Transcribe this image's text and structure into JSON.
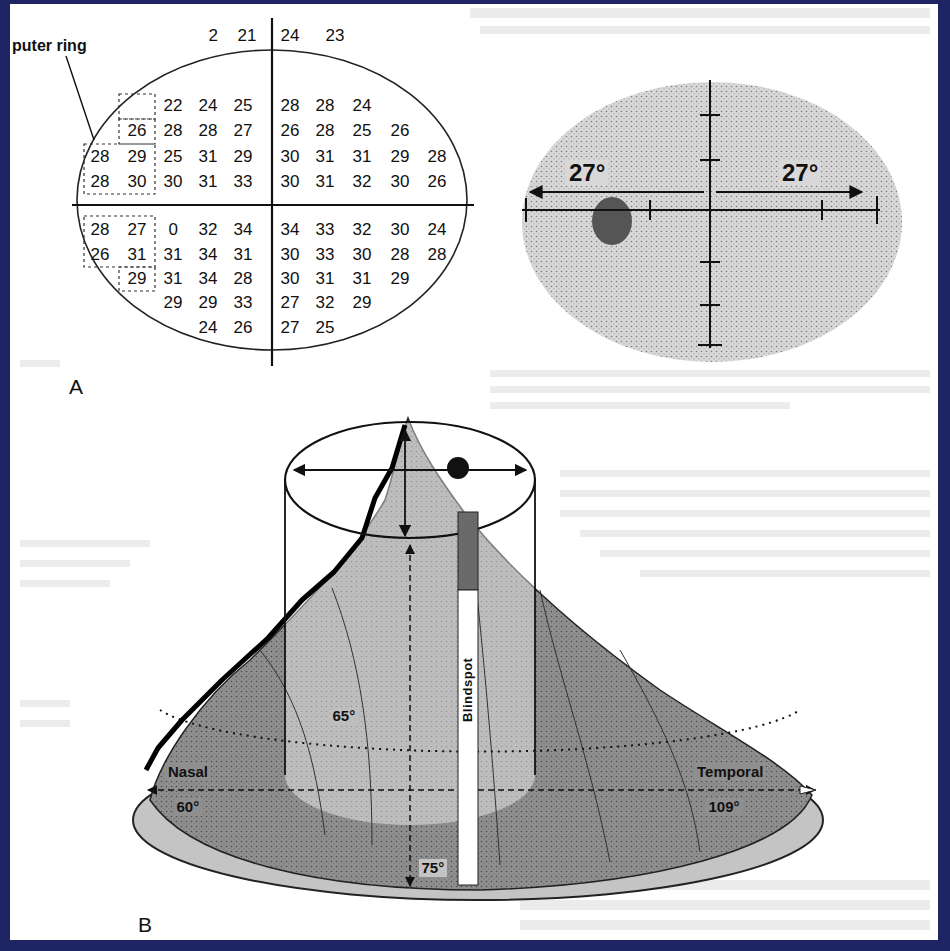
{
  "diagram": {
    "labels": [
      "puter ring",
      "2",
      "21",
      "24",
      "23",
      "22",
      "24",
      "25",
      "28",
      "28",
      "24",
      "26",
      "28",
      "28",
      "27",
      "26",
      "28",
      "25",
      "26",
      "28",
      "29",
      "25",
      "31",
      "29",
      "30",
      "31",
      "31",
      "29",
      "28",
      "28",
      "30",
      "30",
      "31",
      "33",
      "30",
      "31",
      "32",
      "30",
      "26",
      "28",
      "27",
      "0",
      "32",
      "34",
      "34",
      "33",
      "32",
      "30",
      "24",
      "26",
      "31",
      "31",
      "34",
      "31",
      "30",
      "33",
      "30",
      "28",
      "28",
      "29",
      "31",
      "34",
      "28",
      "30",
      "31",
      "31",
      "29",
      "29",
      "29",
      "33",
      "27",
      "32",
      "29",
      "24",
      "26",
      "27",
      "25",
      "A",
      "27°",
      "27°",
      "Nasal",
      "60°",
      "65°",
      "Blindspot",
      "Temporal",
      "109°",
      "75°",
      "B"
    ]
  }
}
